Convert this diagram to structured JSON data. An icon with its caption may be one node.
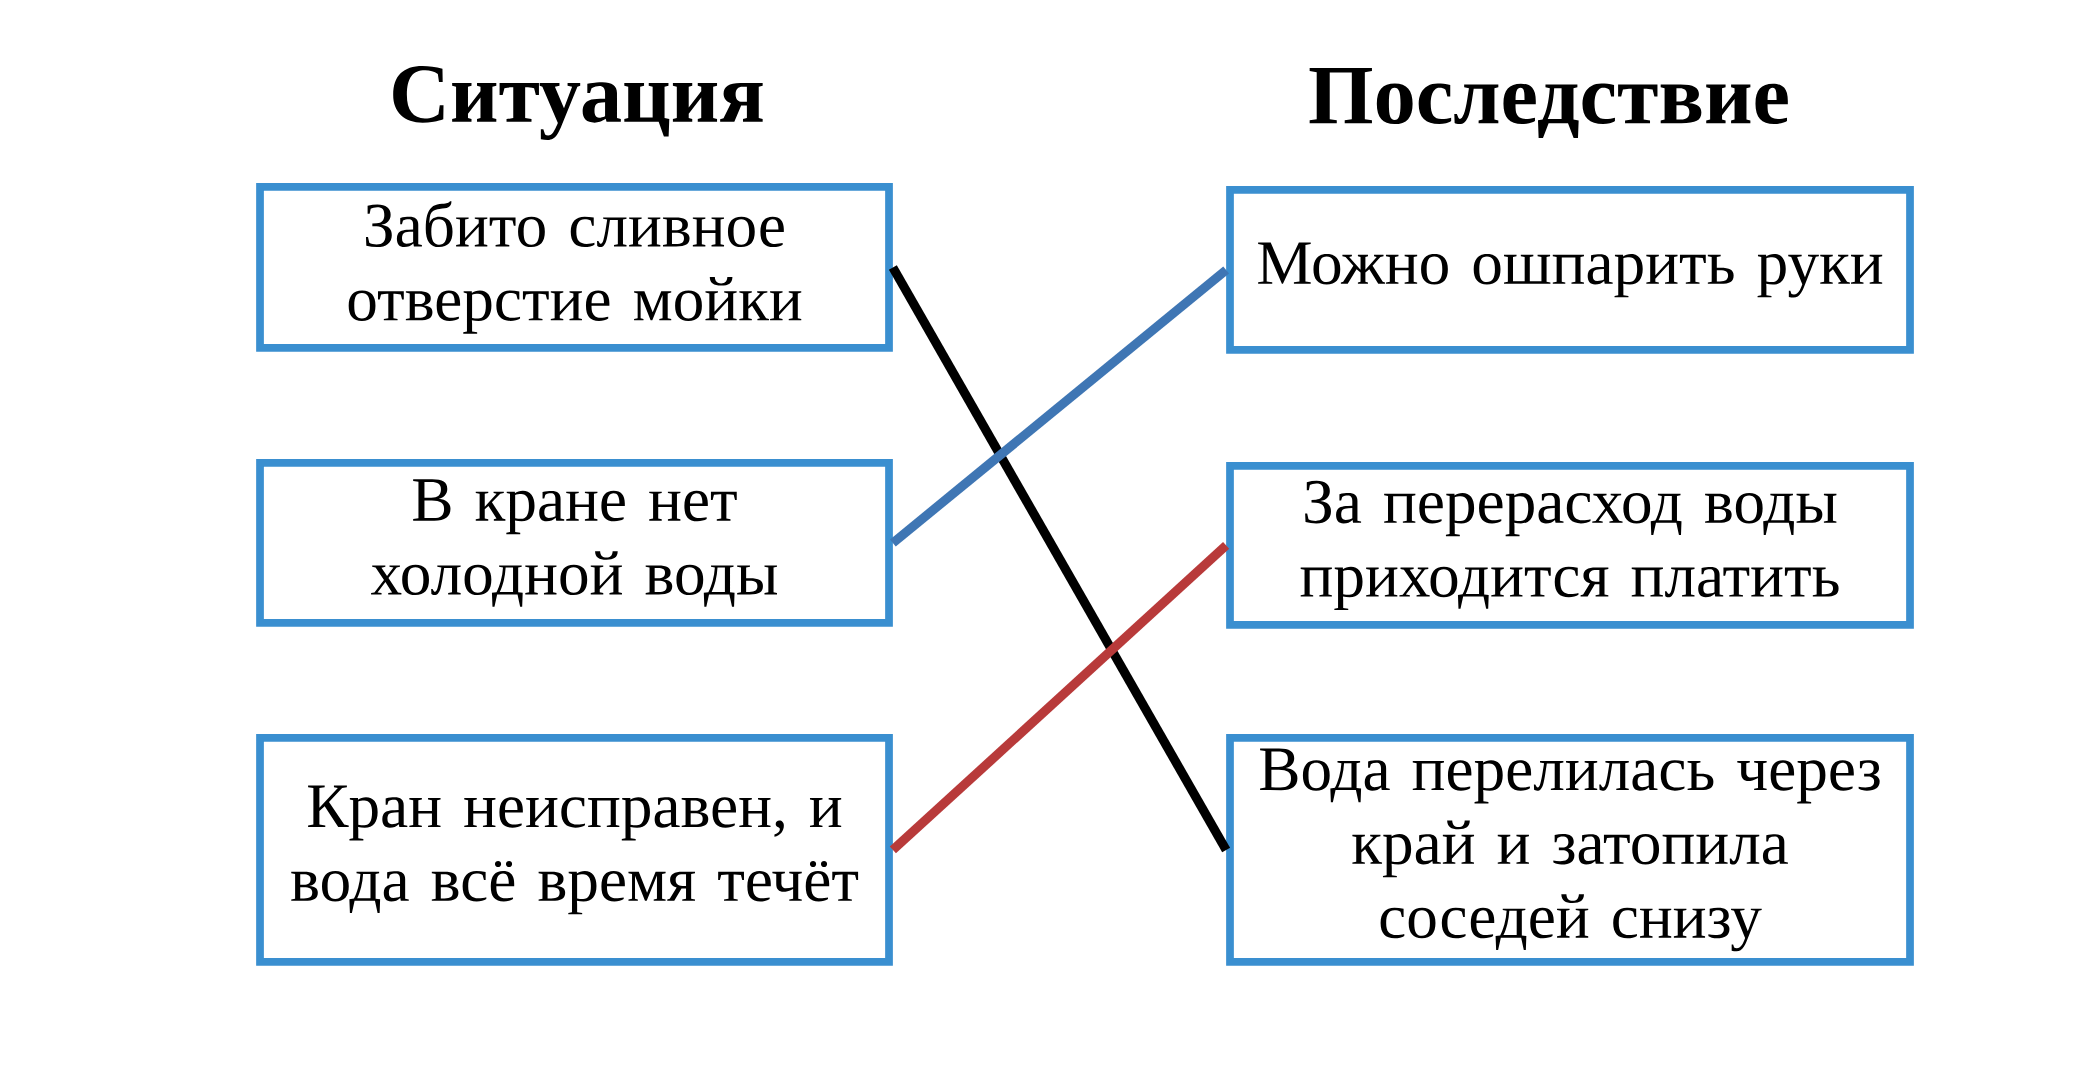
{
  "diagram": {
    "nodes": [
      {
        "text": [
          "Забито сливное отверстие мойки"
        ]
      },
      {
        "text": [
          "В кране нет холодной воды"
        ]
      },
      {
        "text": [
          "Кран неисправен, и вода всё время течёт"
        ]
      },
      {
        "text": [
          "Можно ошпарить руки"
        ]
      },
      {
        "text": [
          "За перерасход воды приходится платить"
        ]
      },
      {
        "text": [
          "Вода перелилась через край и затопила соседей снизу"
        ]
      }
    ],
    "edges": [
      {
        "from": 0,
        "to": 5,
        "arrow": "none",
        "color": "#000000"
      },
      {
        "from": 1,
        "to": 3,
        "arrow": "none",
        "color": "#3f76b4"
      },
      {
        "from": 2,
        "to": 4,
        "arrow": "none",
        "color": "#b83a3a"
      }
    ],
    "labels": [
      "Ситуация",
      "Последствие"
    ]
  }
}
